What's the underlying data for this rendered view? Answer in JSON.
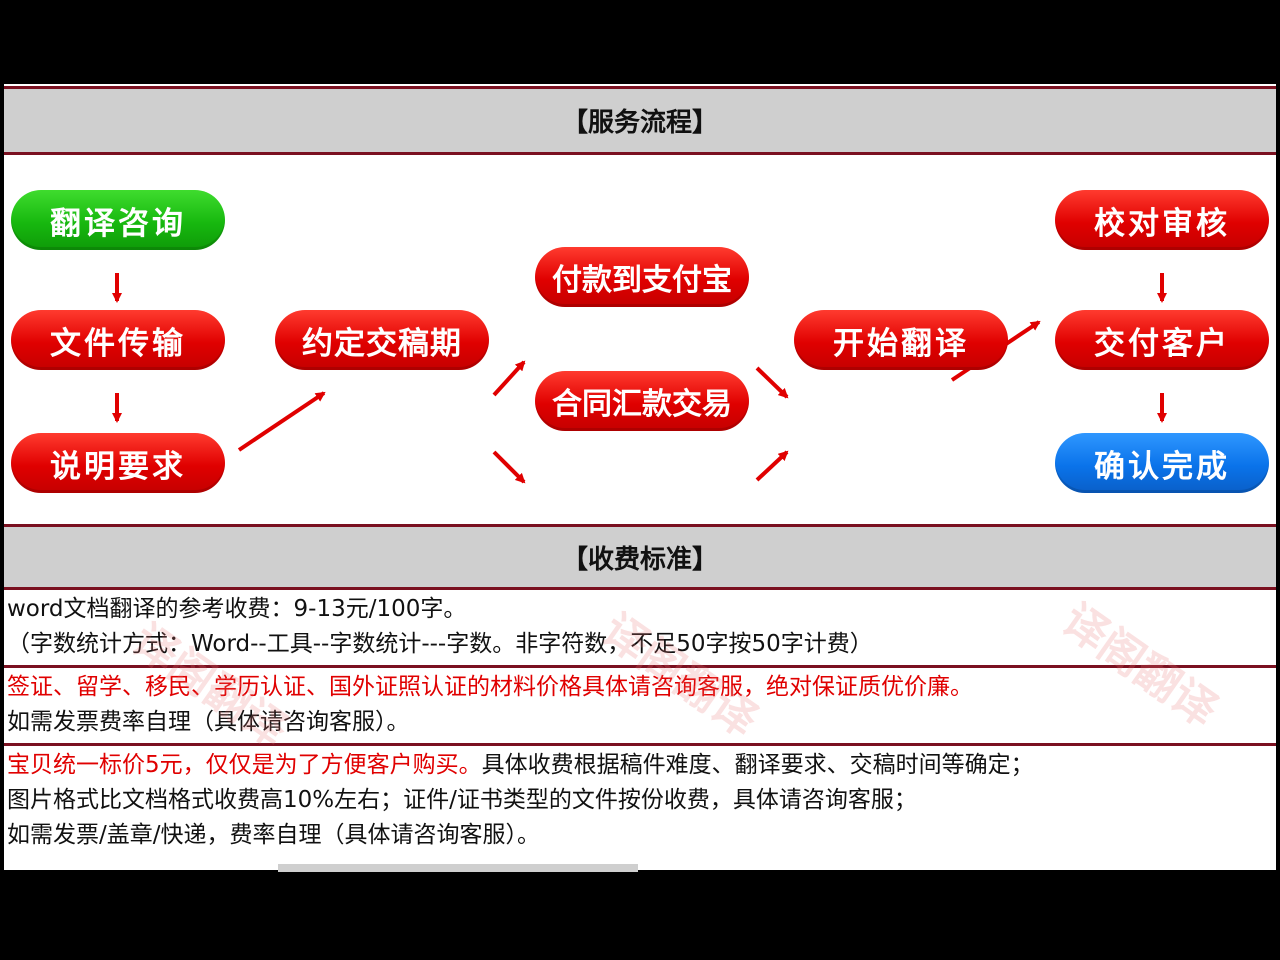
{
  "sections": {
    "flow_title": "【服务流程】",
    "fees_title": "【收费标准】"
  },
  "flow": {
    "consult": "翻译咨询",
    "transfer": "文件传输",
    "requirements": "说明要求",
    "deadline": "约定交稿期",
    "alipay": "付款到支付宝",
    "contract": "合同汇款交易",
    "start": "开始翻译",
    "proofread": "校对审核",
    "deliver": "交付客户",
    "confirm": "确认完成"
  },
  "fees": {
    "word_price": "word文档翻译的参考收费：9-13元/100字。",
    "word_count_note": "（字数统计方式：Word--工具--字数统计---字数。非字符数，不足50字按50字计费）",
    "certificates": "签证、留学、移民、学历认证、国外证照认证的材料价格具体请咨询客服，绝对保证质优价廉。",
    "invoice_note": "如需发票费率自理（具体请咨询客服）。",
    "unit_price_red": "宝贝统一标价5元，仅仅是为了方便客户购买。",
    "unit_price_rest": "具体收费根据稿件难度、翻译要求、交稿时间等确定；",
    "image_format": "图片格式比文档格式收费高10%左右；证件/证书类型的文件按份收费，具体请咨询客服；",
    "extras": "如需发票/盖章/快递，费率自理（具体请咨询客服）。"
  },
  "watermark": "译阁翻译",
  "colors": {
    "border": "#7a1020",
    "header_bg": "#cfcfcf",
    "pill_red": "#e00000",
    "pill_green": "#17b80f",
    "pill_blue": "#0a73ea",
    "arrow": "#e00000",
    "highlight_text": "#e00000"
  }
}
